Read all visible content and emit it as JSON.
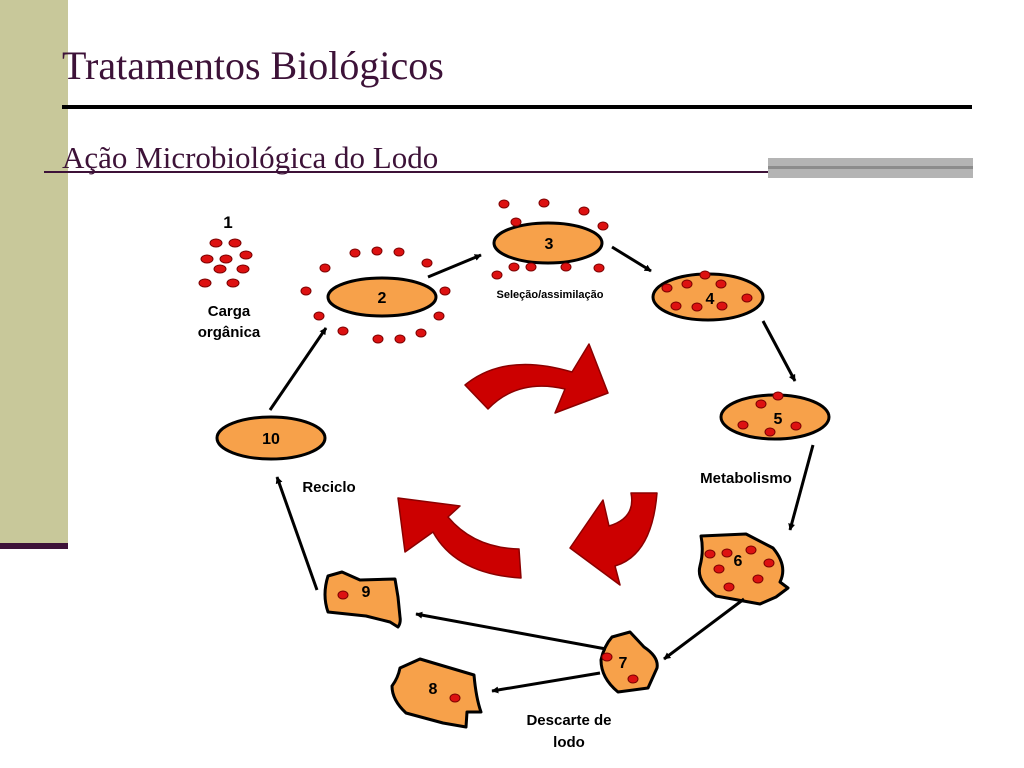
{
  "slide": {
    "title": "Tratamentos Biológicos",
    "subtitle": "Ação Microbiológica do Lodo"
  },
  "colors": {
    "title_text": "#3d1238",
    "sidebar": "#c8c89a",
    "stage_fill": "#f7a14a",
    "microorganism": "#dd1111",
    "cycle_arrow": "#cc0000"
  },
  "stages": {
    "s1": {
      "number": "1",
      "caption_line1": "Carga",
      "caption_line2": "orgânica"
    },
    "s2": {
      "number": "2"
    },
    "s3": {
      "number": "3",
      "caption": "Seleção/assimilação"
    },
    "s4": {
      "number": "4"
    },
    "s5": {
      "number": "5",
      "caption": "Metabolismo"
    },
    "s6": {
      "number": "6"
    },
    "s7": {
      "number": "7"
    },
    "s8": {
      "number": "8",
      "caption_line1": "Descarte de",
      "caption_line2": "lodo"
    },
    "s9": {
      "number": "9"
    },
    "s10": {
      "number": "10",
      "caption": "Reciclo"
    }
  },
  "icons": {
    "microorganism": "red-dot-icon",
    "cycle": "curved-arrow-icon",
    "flow": "arrow-icon"
  }
}
